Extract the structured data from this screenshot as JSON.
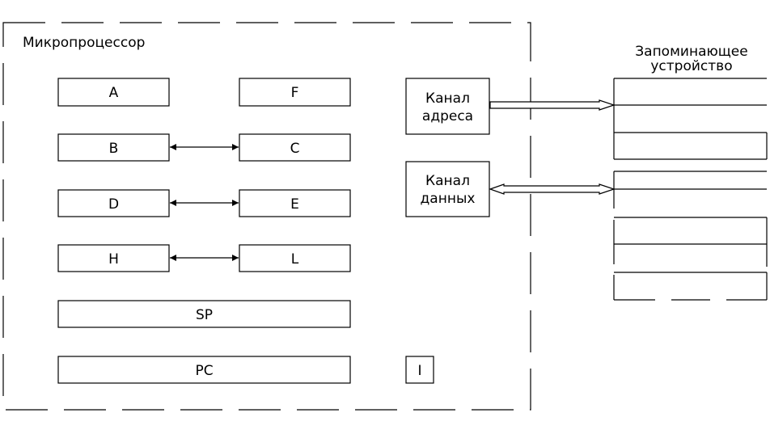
{
  "microprocessor": {
    "title": "Микропроцессор",
    "registers": {
      "a": "A",
      "f": "F",
      "b": "B",
      "c": "C",
      "d": "D",
      "e": "E",
      "h": "H",
      "l": "L",
      "sp": "SP",
      "pc": "PC",
      "i": "I"
    },
    "address_channel": {
      "line1": "Канал",
      "line2": "адреса"
    },
    "data_channel": {
      "line1": "Канал",
      "line2": "данных"
    }
  },
  "memory": {
    "title_line1": "Запоминающее",
    "title_line2": "устройство"
  },
  "colors": {
    "stroke": "#000000",
    "background": "#ffffff"
  }
}
